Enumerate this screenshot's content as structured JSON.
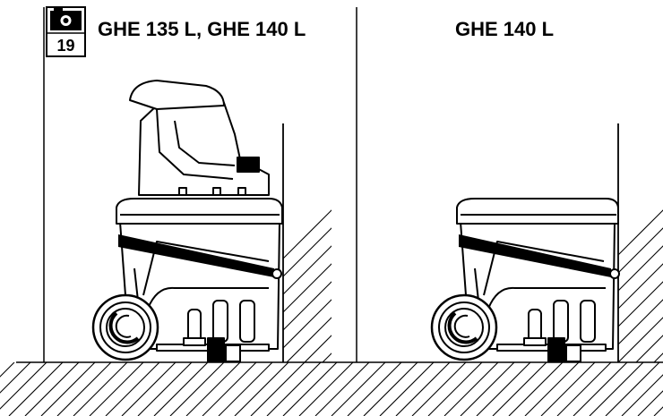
{
  "header": {
    "badge_number": "19",
    "badge_icon": "camera-icon",
    "left_title": "GHE 135 L, GHE 140 L",
    "right_title": "GHE 140 L"
  },
  "colors": {
    "ink": "#000000",
    "paper": "#ffffff"
  },
  "panels": [
    {
      "id": "left",
      "variant": "shredder-with-hopper"
    },
    {
      "id": "right",
      "variant": "shredder-base-only"
    }
  ]
}
